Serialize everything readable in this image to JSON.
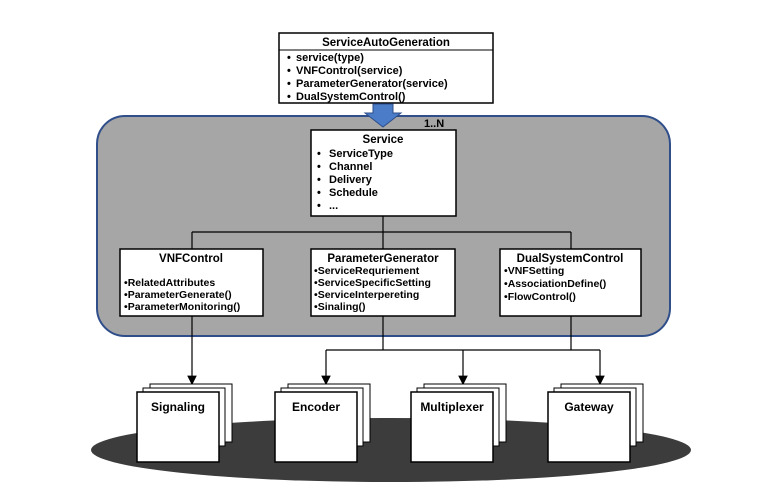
{
  "colors": {
    "container_fill": "#a6a6a6",
    "container_stroke": "#2f4e8a",
    "arrow_fill": "#4a7cc7",
    "platform_fill": "#3c3c3c",
    "box_fill": "#ffffff",
    "line": "#000000"
  },
  "auto_generation": {
    "title": "ServiceAutoGeneration",
    "items": [
      "service(type)",
      "VNFControl(service)",
      "ParameterGenerator(service)",
      "DualSystemControl()"
    ]
  },
  "multiplicity": "1..N",
  "service": {
    "title": "Service",
    "items": [
      "ServiceType",
      "Channel",
      "Delivery",
      "Schedule",
      "..."
    ]
  },
  "vnf_control": {
    "title": "VNFControl",
    "items": [
      "RelatedAttributes",
      "ParameterGenerate()",
      "ParameterMonitoring()"
    ]
  },
  "parameter_generator": {
    "title": "ParameterGenerator",
    "items": [
      "ServiceRequriement",
      "ServiceSpecificSetting",
      "ServiceInterpereting",
      "Sinaling()"
    ]
  },
  "dual_system_control": {
    "title": "DualSystemControl",
    "items": [
      "VNFSetting",
      "AssociationDefine()",
      "FlowControl()"
    ]
  },
  "modules": [
    "Signaling",
    "Encoder",
    "Multiplexer",
    "Gateway"
  ]
}
